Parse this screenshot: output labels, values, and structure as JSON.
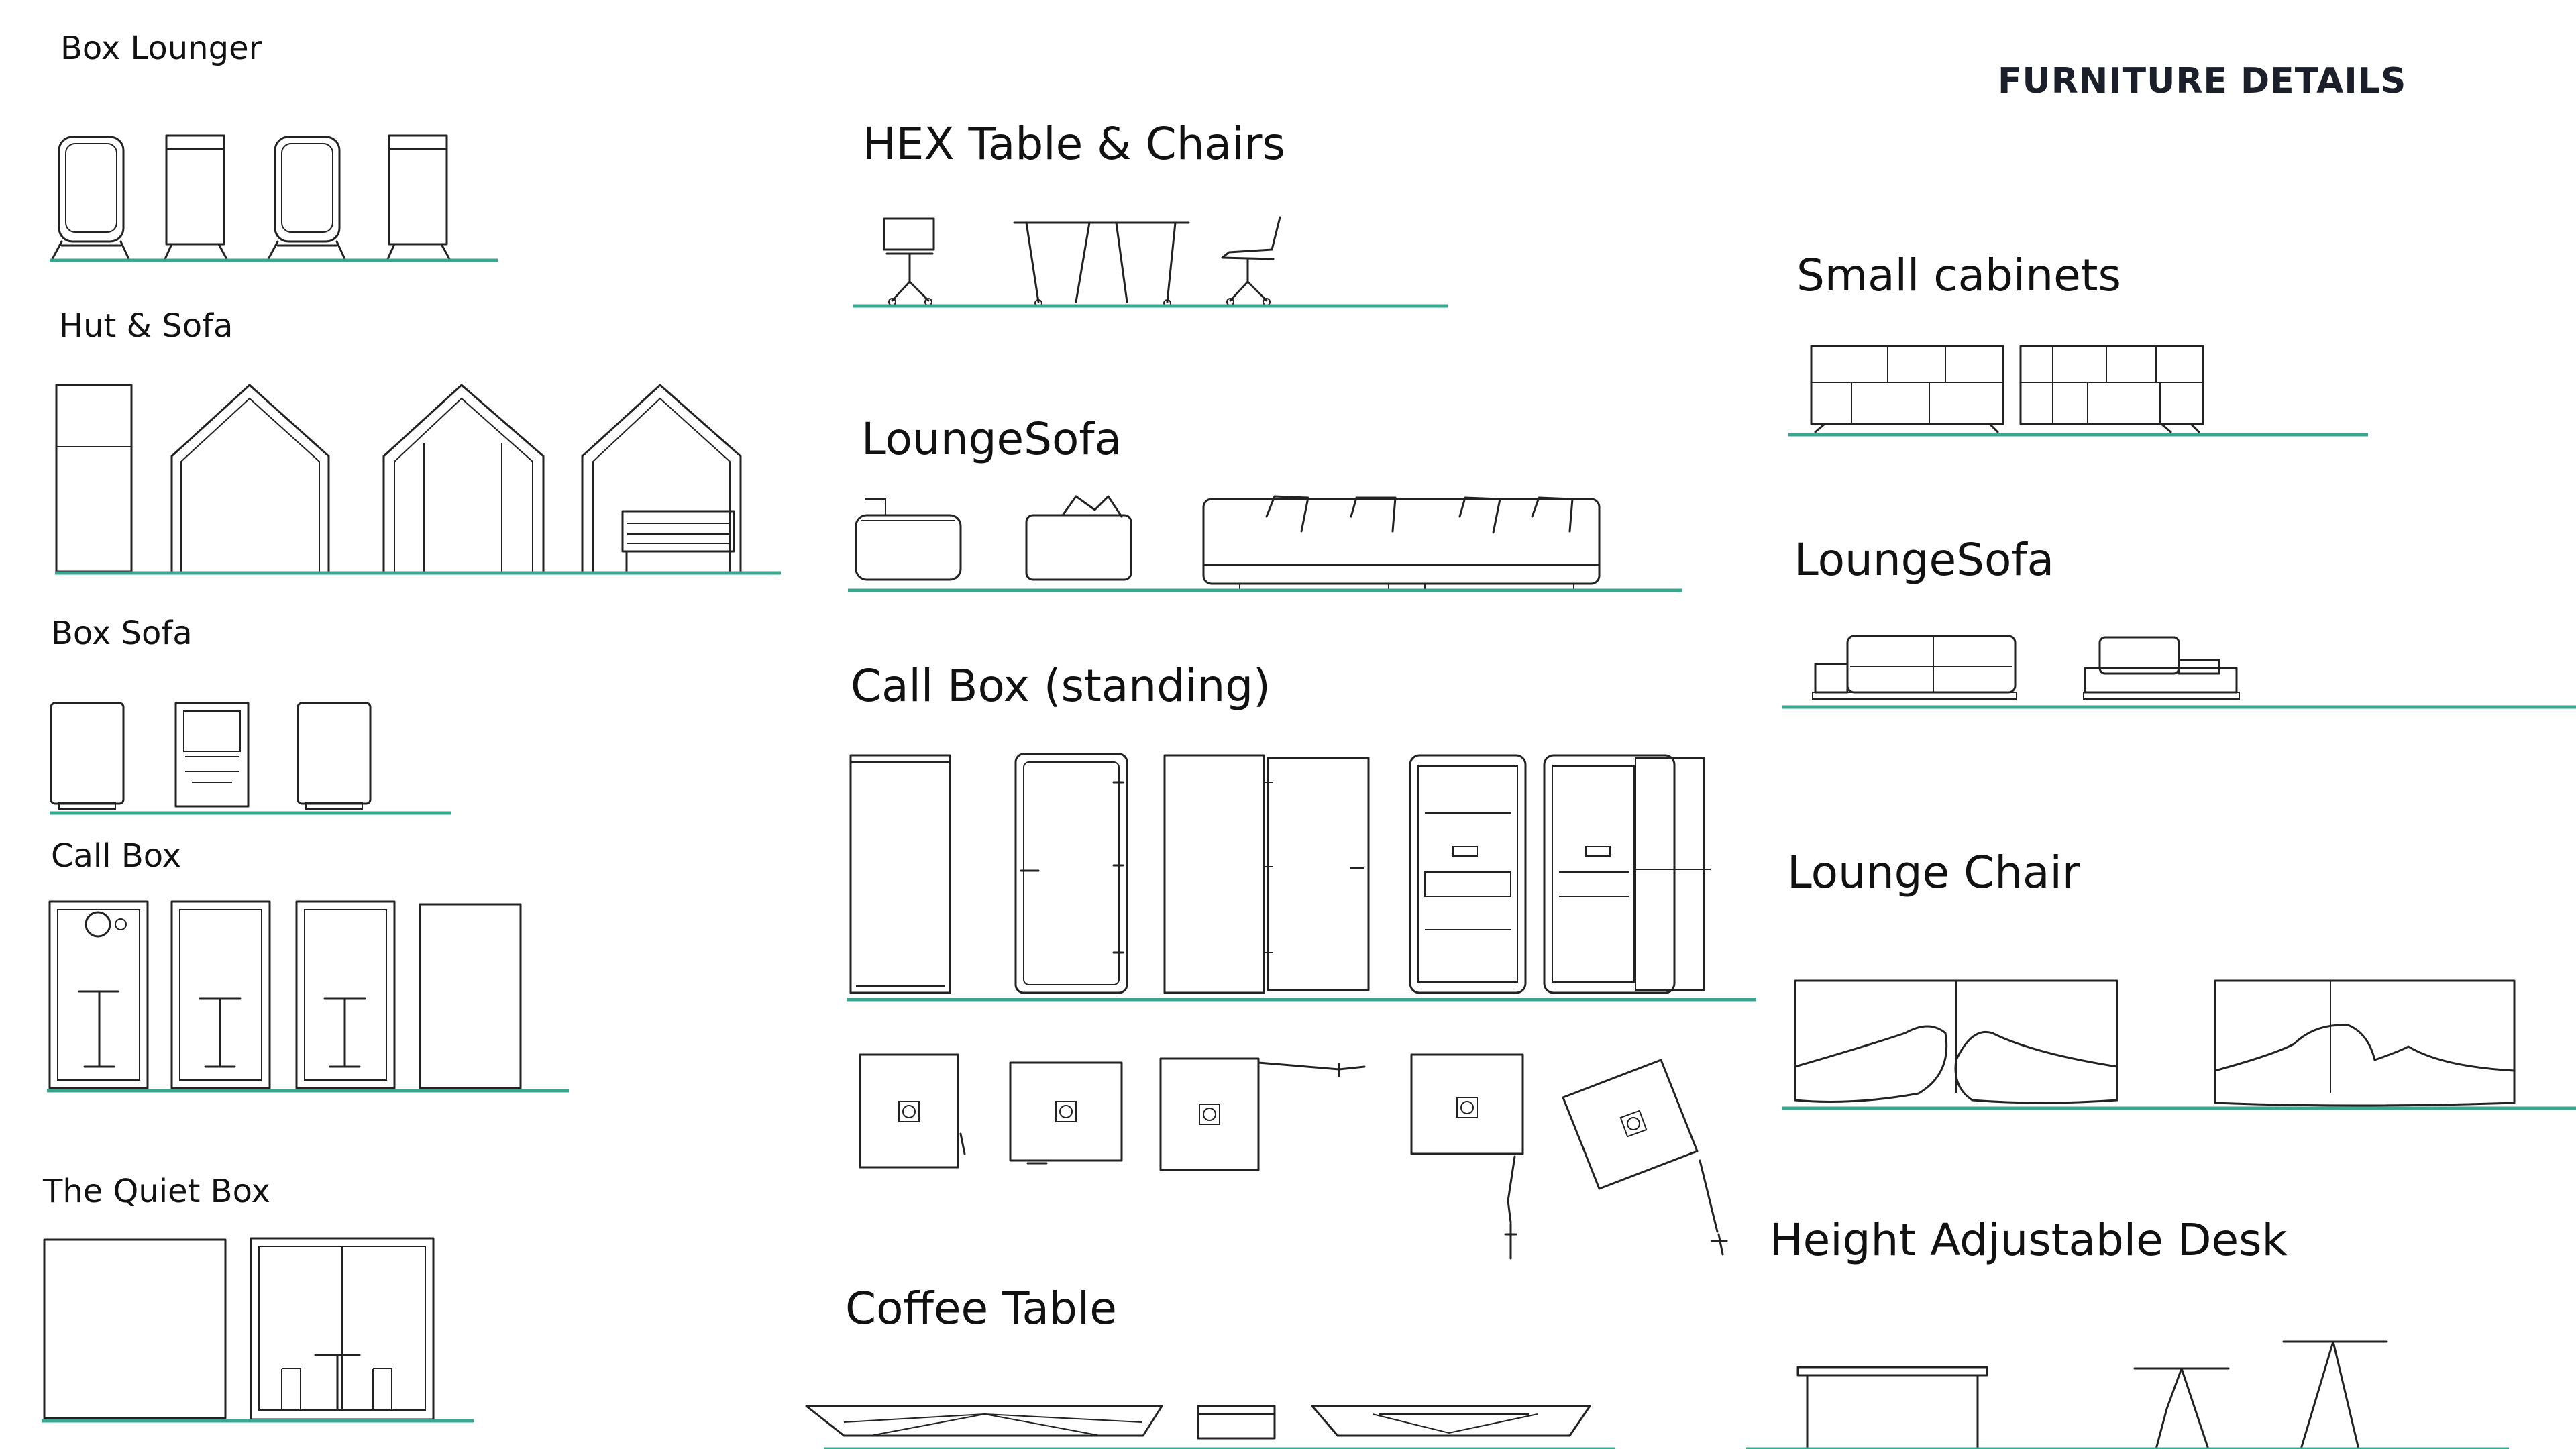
{
  "header": {
    "title": "FURNITURE DETAILS"
  },
  "sections": {
    "box_lounger": "Box Lounger",
    "hut_sofa": "Hut & Sofa",
    "box_sofa": "Box Sofa",
    "call_box": "Call Box",
    "quiet_box": "The Quiet Box",
    "hex_table": "HEX Table & Chairs",
    "lounge_sofa_center": "LoungeSofa",
    "call_box_standing": "Call Box (standing)",
    "coffee_table": "Coffee Table",
    "small_cabinets": "Small cabinets",
    "lounge_sofa_right": "LoungeSofa",
    "lounge_chair": "Lounge Chair",
    "height_desk": "Height Adjustable Desk"
  },
  "colors": {
    "ground_line": "#3aa890",
    "linework": "#222222"
  }
}
